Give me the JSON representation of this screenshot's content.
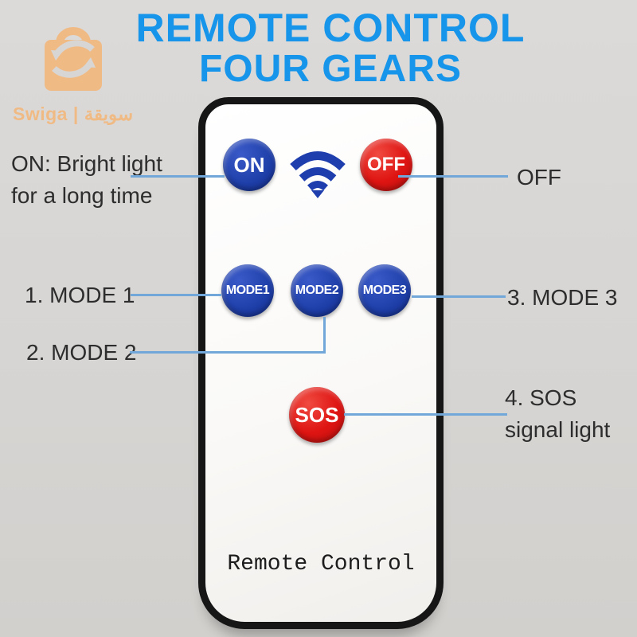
{
  "colors": {
    "bg": "#d8d6d4",
    "title-blue": "#1695ea",
    "button-blue": "#1e3ea8",
    "wifi-blue": "#1e3eae",
    "button-red": "#de1412",
    "line-blue": "#72a8d9",
    "text-dark": "#2d2d2d",
    "logo-orange": "#f0ba85",
    "remote-frame": "#161616",
    "remote-face": "#fcfbfa"
  },
  "watermark": {
    "brand": "Swiga | سويقة"
  },
  "title": {
    "line1": "REMOTE CONTROL",
    "line2": "FOUR GEARS"
  },
  "remote": {
    "buttons": {
      "on": "ON",
      "off": "OFF",
      "mode1": "MODE1",
      "mode2": "MODE2",
      "mode3": "MODE3",
      "sos": "SOS"
    },
    "brand_text": "Remote Control"
  },
  "annotations": {
    "on": {
      "line1": "ON: Bright light",
      "line2": "for a long time"
    },
    "off": "OFF",
    "mode1": "1. MODE 1",
    "mode2": "2. MODE 2",
    "mode3": "3. MODE 3",
    "sos": {
      "line1": "4. SOS",
      "line2": "signal light"
    }
  }
}
